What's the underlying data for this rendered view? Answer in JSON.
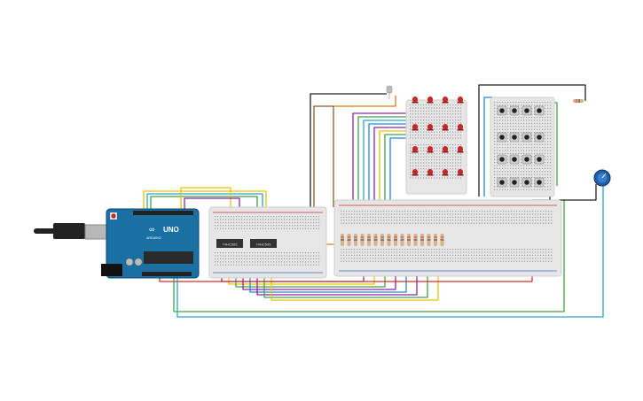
{
  "arduino": {
    "brand_label": "ARDUINO",
    "model_label": "UNO",
    "board_color": "#1a6fa3",
    "usb_color": "#b8b8b8"
  },
  "chips": [
    {
      "label": "74HC595"
    },
    {
      "label": "74HC595"
    }
  ],
  "colors": {
    "breadboard": "#e6e6e6",
    "breadboard_edge": "#cfcfcf",
    "rail_red": "#d23232",
    "rail_blue": "#3b6fc2",
    "wire_black": "#222222",
    "wire_red": "#d32f2f",
    "wire_purple": "#8e24aa",
    "wire_green": "#43a047",
    "wire_yellow": "#e6c300",
    "wire_blue": "#1e88e5",
    "wire_cyan": "#26a6c9",
    "wire_orange": "#d87a1a",
    "wire_brown": "#8d5a2b",
    "led_red": "#c62828",
    "pot_blue": "#1f5fa8"
  },
  "components": {
    "led_count": 16,
    "button_count": 16,
    "potentiometer": "potentiometer-icon",
    "light_sensor": "photoresistor-icon"
  }
}
